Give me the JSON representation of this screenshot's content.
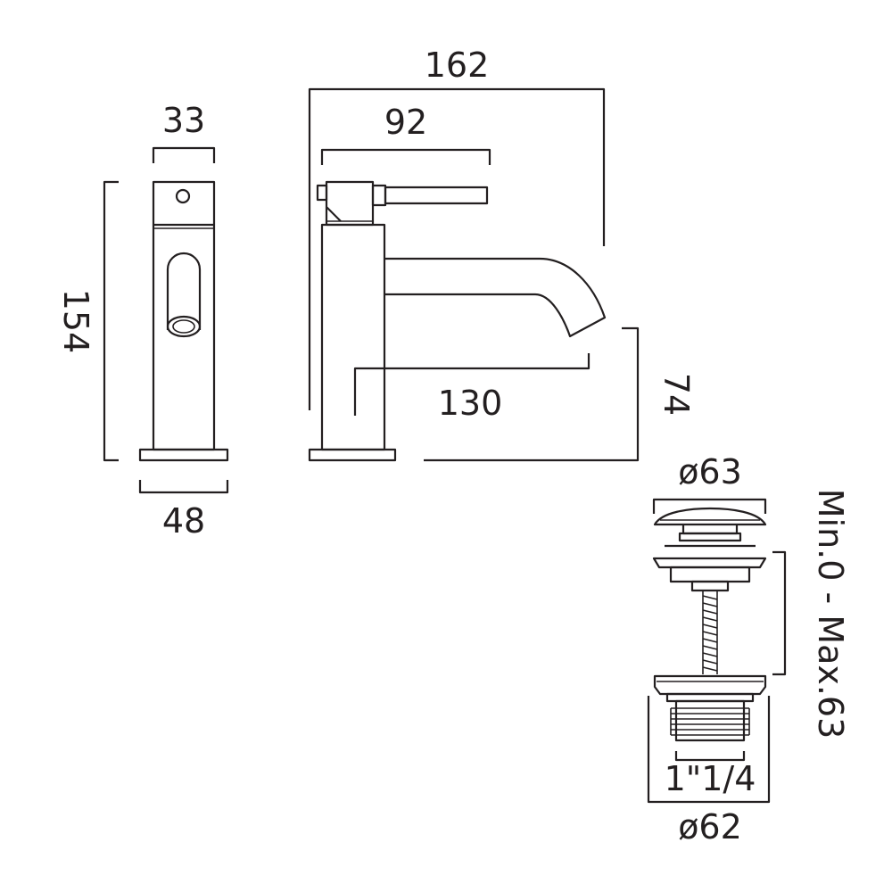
{
  "front_view": {
    "width_top": "33",
    "height": "154",
    "width_base": "48"
  },
  "side_view": {
    "overall_length": "162",
    "handle_length": "92",
    "spout_reach": "130",
    "spout_height": "74"
  },
  "waste": {
    "cap_diameter": "ø63",
    "thread": "1\"1/4",
    "body_diameter": "ø62",
    "adjustment": "Min.0 - Max.63"
  },
  "colors": {
    "line": "#231f20",
    "background": "#ffffff"
  }
}
